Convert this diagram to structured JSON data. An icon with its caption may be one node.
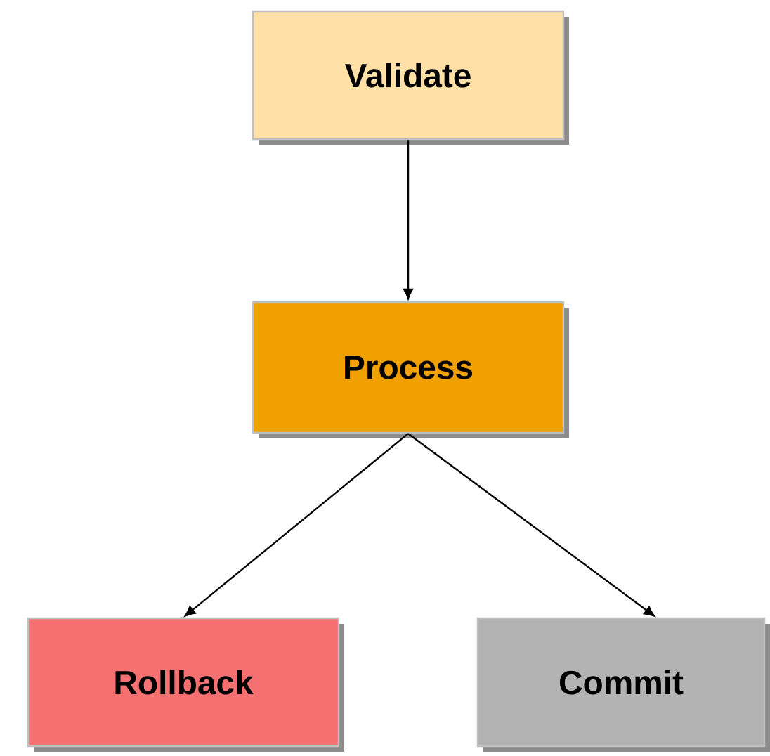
{
  "diagram": {
    "nodes": [
      {
        "text": [
          "Validate"
        ]
      },
      {
        "text": [
          "Process"
        ]
      },
      {
        "text": [
          "Rollback"
        ]
      },
      {
        "text": [
          "Commit"
        ]
      }
    ],
    "edges": [
      {
        "from": 0,
        "to": 1,
        "arrow": "to"
      },
      {
        "from": 1,
        "to": 2,
        "arrow": "to"
      },
      {
        "from": 1,
        "to": 3,
        "arrow": "to"
      }
    ]
  }
}
